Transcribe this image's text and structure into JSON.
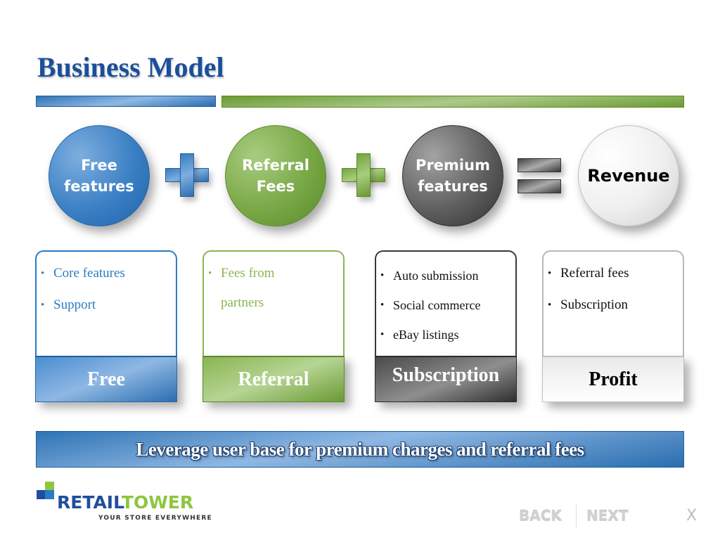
{
  "slide": {
    "title": "Business Model"
  },
  "equation": {
    "circles": [
      {
        "label_line1": "Free",
        "label_line2": "features"
      },
      {
        "label_line1": "Referral",
        "label_line2": "Fees"
      },
      {
        "label_line1": "Premium",
        "label_line2": "features"
      },
      {
        "label_line1": "Revenue",
        "label_line2": ""
      }
    ],
    "operators": [
      "plus-icon",
      "plus-icon",
      "equals-icon"
    ]
  },
  "cards": [
    {
      "items": [
        "Core features",
        "Support"
      ],
      "footer": "Free",
      "color": "#2a7cc2"
    },
    {
      "items": [
        "Fees from",
        "partners"
      ],
      "footer": "Referral",
      "color": "#8ab552"
    },
    {
      "items": [
        "Auto submission",
        "Social commerce",
        "eBay listings"
      ],
      "footer": "Subscription",
      "color": "#3a3a3a"
    },
    {
      "items": [
        "Referral fees",
        "Subscription"
      ],
      "footer": "Profit",
      "color": "#b8b8b8"
    }
  ],
  "banner": {
    "text": "Leverage user base for premium charges and referral fees"
  },
  "logo": {
    "name_part1": "RETAIL",
    "name_part2": "TOWER",
    "tagline": "YOUR STORE EVERYWHERE"
  },
  "nav": {
    "back_label": "BACK",
    "next_label": "NEXT",
    "close_label": "X"
  },
  "colors": {
    "brand_blue": "#1f4e9c",
    "brand_green": "#8dc63f",
    "title": "#1b4f9c"
  }
}
